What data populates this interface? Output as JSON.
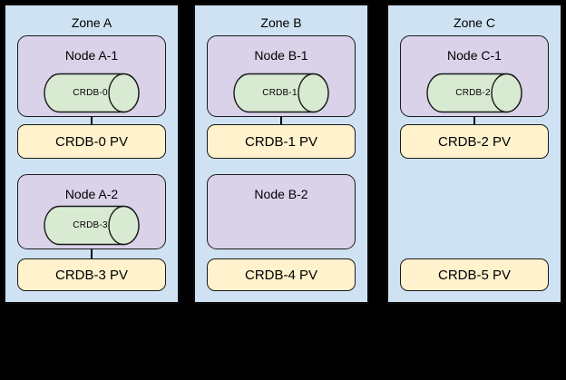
{
  "colors": {
    "background": "#000000",
    "zone_fill": "#cfe2f3",
    "node_fill": "#d9d2e9",
    "pod_fill": "#d9ead3",
    "pv_fill": "#fff2cc",
    "outline": "#1a1a1a",
    "text": "#000000"
  },
  "zones": [
    {
      "label": "Zone A",
      "node1": {
        "label": "Node A-1",
        "pod": "CRDB-0"
      },
      "pv1": {
        "label": "CRDB-0 PV"
      },
      "node2": {
        "label": "Node A-2",
        "pod": "CRDB-3"
      },
      "pv2": {
        "label": "CRDB-3 PV"
      }
    },
    {
      "label": "Zone B",
      "node1": {
        "label": "Node B-1",
        "pod": "CRDB-1"
      },
      "pv1": {
        "label": "CRDB-1 PV"
      },
      "node2": {
        "label": "Node B-2"
      },
      "pv2": {
        "label": "CRDB-4 PV"
      }
    },
    {
      "label": "Zone C",
      "node1": {
        "label": "Node C-1",
        "pod": "CRDB-2"
      },
      "pv1": {
        "label": "CRDB-2 PV"
      },
      "pv2": {
        "label": "CRDB-5 PV"
      }
    }
  ]
}
